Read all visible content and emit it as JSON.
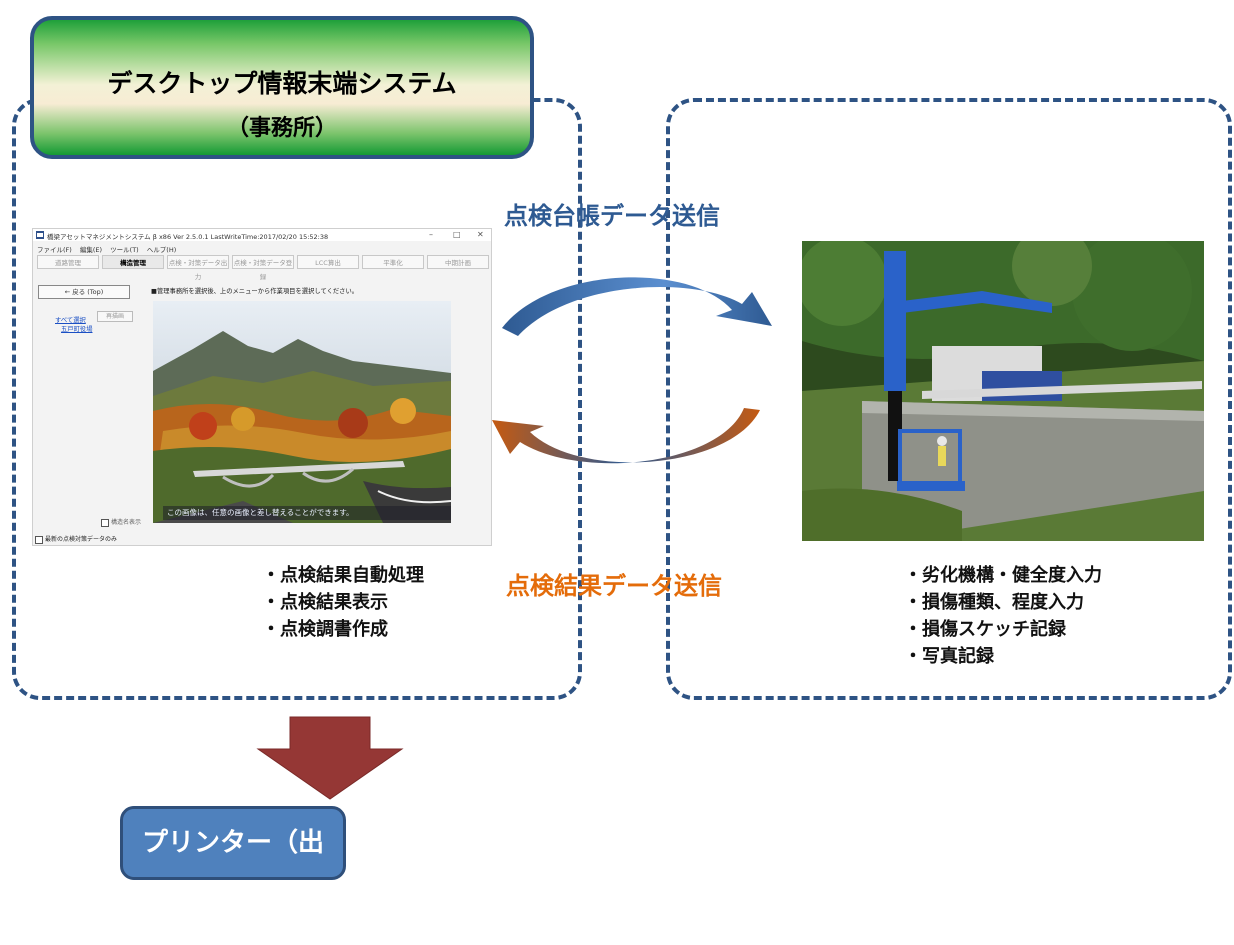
{
  "title_box": {
    "line1": "デスクトップ情報末端システム",
    "line2": "（事務所）"
  },
  "arrows": {
    "upper_label": "点検台帳データ送信",
    "lower_label": "点検結果データ送信",
    "upper_color": "#2e5a92",
    "lower_color": "#e46c0a"
  },
  "left_features": [
    "・点検結果自動処理",
    "・点検結果表示",
    "・点検調書作成"
  ],
  "right_features": [
    "・劣化機構・健全度入力",
    "・損傷種類、程度入力",
    "・損傷スケッチ記録",
    "・写真記録"
  ],
  "app_window": {
    "title": "橋梁アセットマネジメントシステム β x86 Ver 2.5.0.1 LastWriteTime:2017/02/20 15:52:38",
    "menu": [
      "ファイル(F)",
      "編集(E)",
      "ツール(T)",
      "ヘルプ(H)"
    ],
    "tabs": [
      "道路管理",
      "構造管理",
      "点検・対策データ出力",
      "点検・対策データ登録",
      "LCC算出",
      "平準化",
      "中期計画"
    ],
    "active_tab": "構造管理",
    "back_button": "← 戻る (Top)",
    "instruction": "■管理事務所を選択後、上のメニューから作業項目を選択してください。",
    "links": [
      "すべて選択",
      "五戸町役場"
    ],
    "redraw_button": "再描画",
    "photo_caption": "この画像は、任意の画像と差し替えることができます。",
    "checkbox_structure": "構造名表示",
    "checkbox_latest": "最新の点検対策データのみ"
  },
  "printer_label": "プリンター（出力）",
  "colors": {
    "frame_blue": "#2e5384",
    "printer_fill": "#4f81bd",
    "down_arrow": "#953735"
  }
}
